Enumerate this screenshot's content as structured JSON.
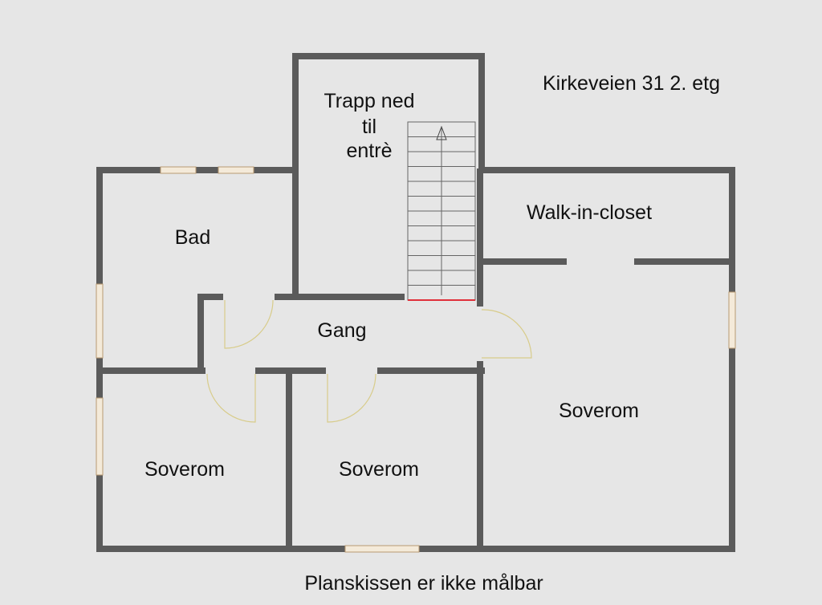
{
  "plan": {
    "title": "Kirkeveien 31 2. etg",
    "footer": "Planskissen er ikke målbar",
    "rooms": {
      "stair_line1": "Trapp ned",
      "stair_line2": "til",
      "stair_line3": "entrè",
      "bath": "Bad",
      "closet": "Walk-in-closet",
      "hall": "Gang",
      "bedroom_left": "Soverom",
      "bedroom_mid": "Soverom",
      "bedroom_right": "Soverom"
    },
    "colors": {
      "background": "#e6e6e6",
      "wall": "#5b5b5b",
      "door_swing": "#d8cc8a",
      "stair_edge": "#e0303a"
    }
  }
}
